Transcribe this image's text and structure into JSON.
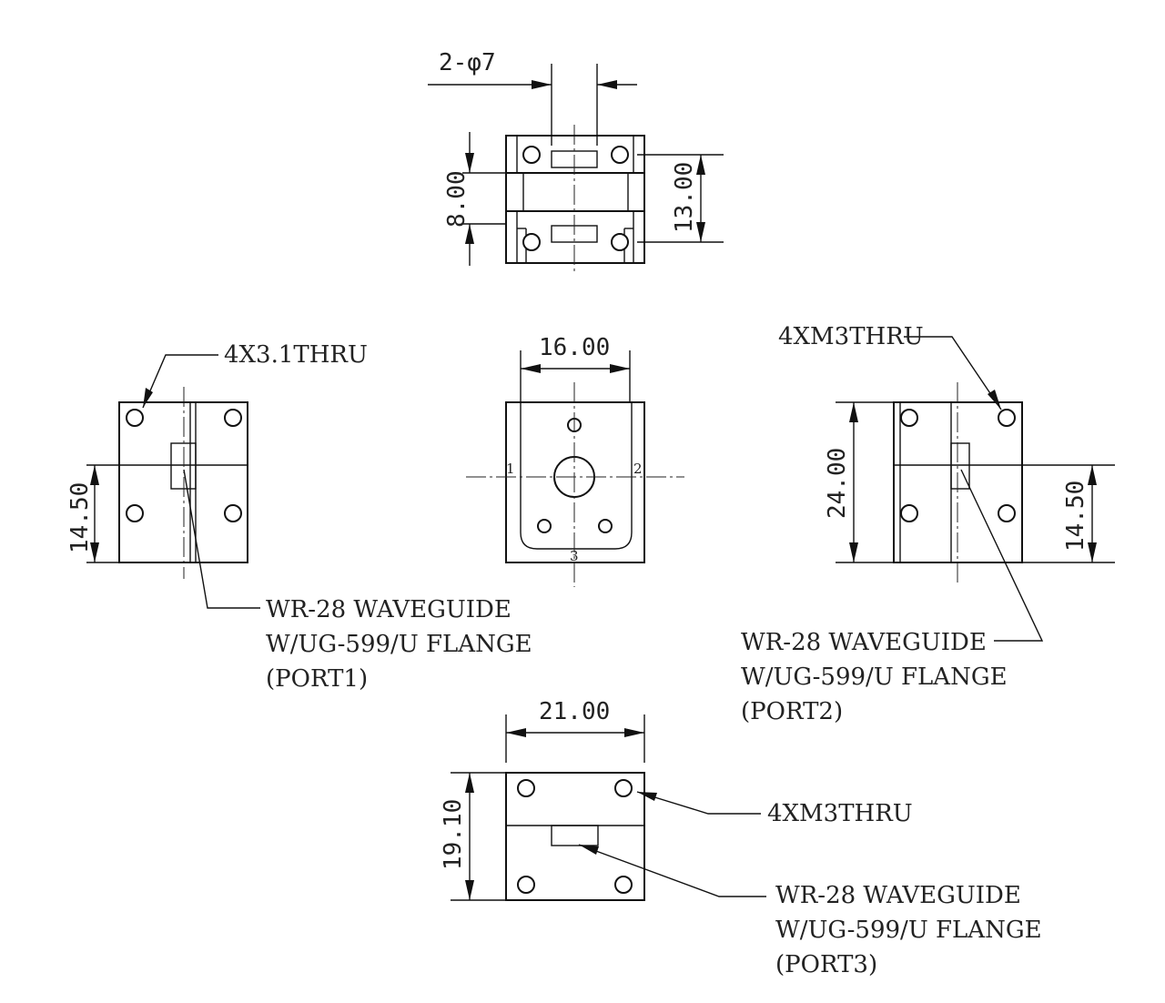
{
  "top_view": {
    "hole_dim": "2-φ7",
    "dim_left": "8.00",
    "dim_right": "13.00"
  },
  "left_view": {
    "hole_note": "4X3.1THRU",
    "dim_height": "14.50",
    "port_note_line1": "WR-28 WAVEGUIDE",
    "port_note_line2": "W/UG-599/U FLANGE",
    "port_note_line3": "(PORT1)"
  },
  "center_view": {
    "dim_width": "16.00",
    "port_label_1": "1",
    "port_label_2": "2",
    "port_label_3": "3"
  },
  "right_view": {
    "hole_note": "4XM3THRU",
    "dim_height_total": "24.00",
    "dim_height": "14.50",
    "port_note_line1": "WR-28 WAVEGUIDE",
    "port_note_line2": "W/UG-599/U FLANGE",
    "port_note_line3": "(PORT2)"
  },
  "bottom_view": {
    "dim_width": "21.00",
    "dim_height": "19.10",
    "hole_note": "4XM3THRU",
    "port_note_line1": "WR-28 WAVEGUIDE",
    "port_note_line2": "W/UG-599/U FLANGE",
    "port_note_line3": "(PORT3)"
  }
}
